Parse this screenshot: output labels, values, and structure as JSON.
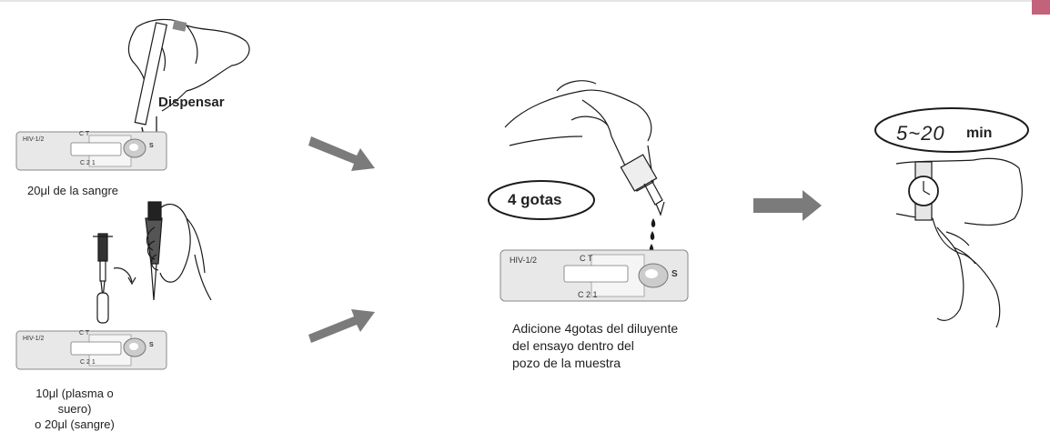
{
  "step1": {
    "dispense_label": "Dispensar",
    "blood_caption": "20μl de la sangre",
    "serum_caption_line1": "10μl (plasma o suero)",
    "serum_caption_line2": "o 20μl (sangre)"
  },
  "step2": {
    "drops_badge": "4 gotas",
    "caption_line1": "Adicione 4gotas del diluyente",
    "caption_line2": "del ensayo dentro del",
    "caption_line3": "pozo de la muestra"
  },
  "step3": {
    "time_value": "5~20",
    "time_unit": "min"
  },
  "device": {
    "name": "HIV-1/2",
    "top_marks": "C    T",
    "bottom_marks": "C  2  1",
    "sample_mark": "S"
  },
  "colors": {
    "arrow": "#7b7b7b",
    "line": "#1a1a1a",
    "corner_tab": "#c2627b"
  }
}
